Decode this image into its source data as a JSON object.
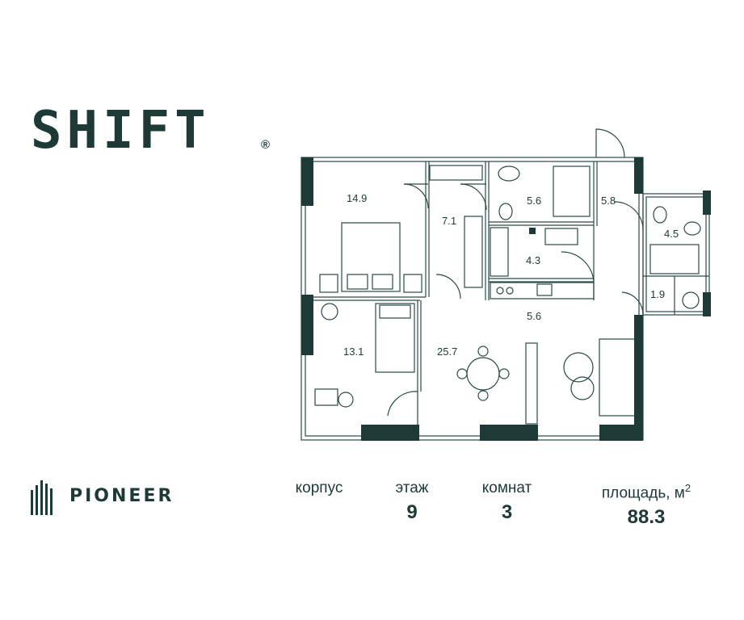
{
  "brand": {
    "logo_text": "SHIFT",
    "registered_mark": "®",
    "developer": "PIONEER"
  },
  "rooms": [
    {
      "id": "bedroom-1",
      "area": "14.9"
    },
    {
      "id": "hall",
      "area": "7.1"
    },
    {
      "id": "bathroom-1",
      "area": "5.6"
    },
    {
      "id": "entrance",
      "area": "5.8"
    },
    {
      "id": "bathroom-2",
      "area": "4.5"
    },
    {
      "id": "storage",
      "area": "4.3"
    },
    {
      "id": "closet",
      "area": "1.9"
    },
    {
      "id": "kitchen",
      "area": "5.6"
    },
    {
      "id": "bedroom-2",
      "area": "13.1"
    },
    {
      "id": "living",
      "area": "25.7"
    }
  ],
  "info": {
    "building_label": "корпус",
    "building_value": "",
    "floor_label": "этаж",
    "floor_value": "9",
    "rooms_label": "комнат",
    "rooms_value": "3",
    "area_label": "площадь, м",
    "area_sup": "2",
    "area_value": "88.3"
  },
  "colors": {
    "primary": "#1d3a36",
    "wall": "#1d3a36",
    "line": "#2a4a45",
    "background": "#ffffff"
  }
}
